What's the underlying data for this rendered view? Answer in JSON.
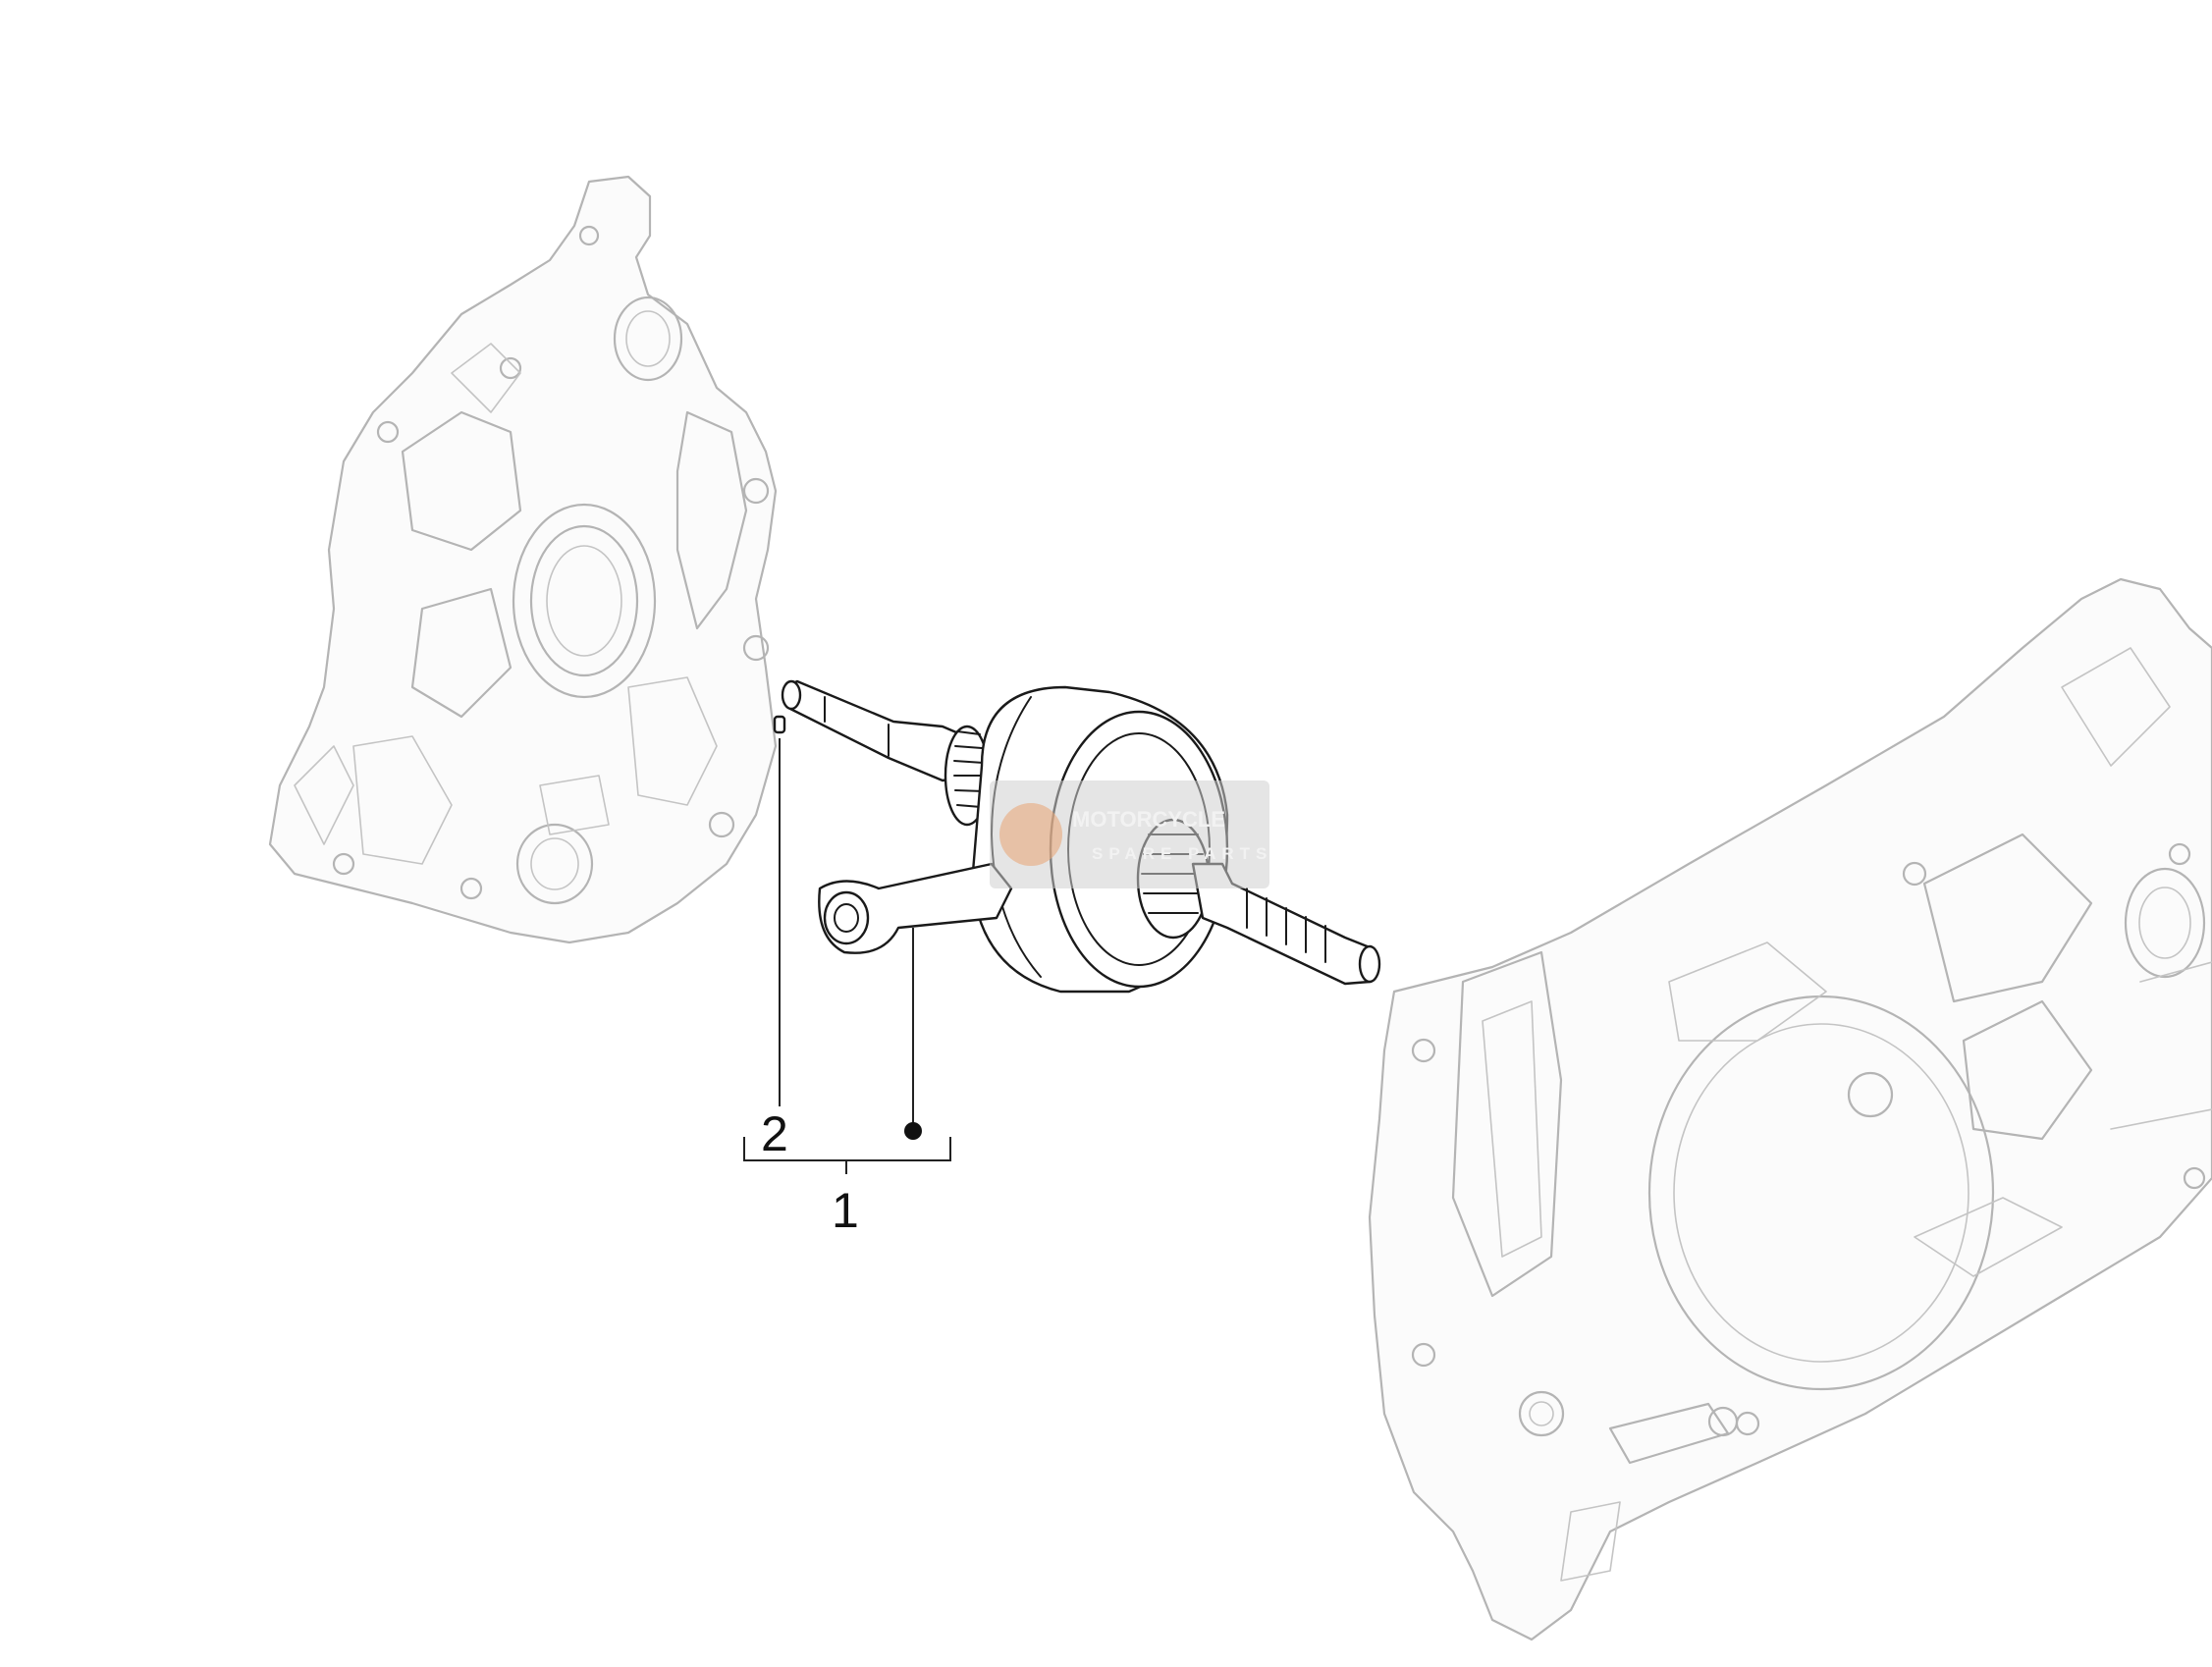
{
  "diagram": {
    "callouts": [
      {
        "id": "callout-1",
        "label": "1"
      },
      {
        "id": "callout-2",
        "label": "2"
      }
    ],
    "watermark": {
      "line1": "MOTORCYCLE",
      "line2": "SPARE PARTS"
    },
    "colors": {
      "ghost_line": "#b4b4b4",
      "part_line": "#1a1a1a",
      "watermark_bg": "#cfcfcf",
      "watermark_logo": "#e8a87c"
    }
  }
}
